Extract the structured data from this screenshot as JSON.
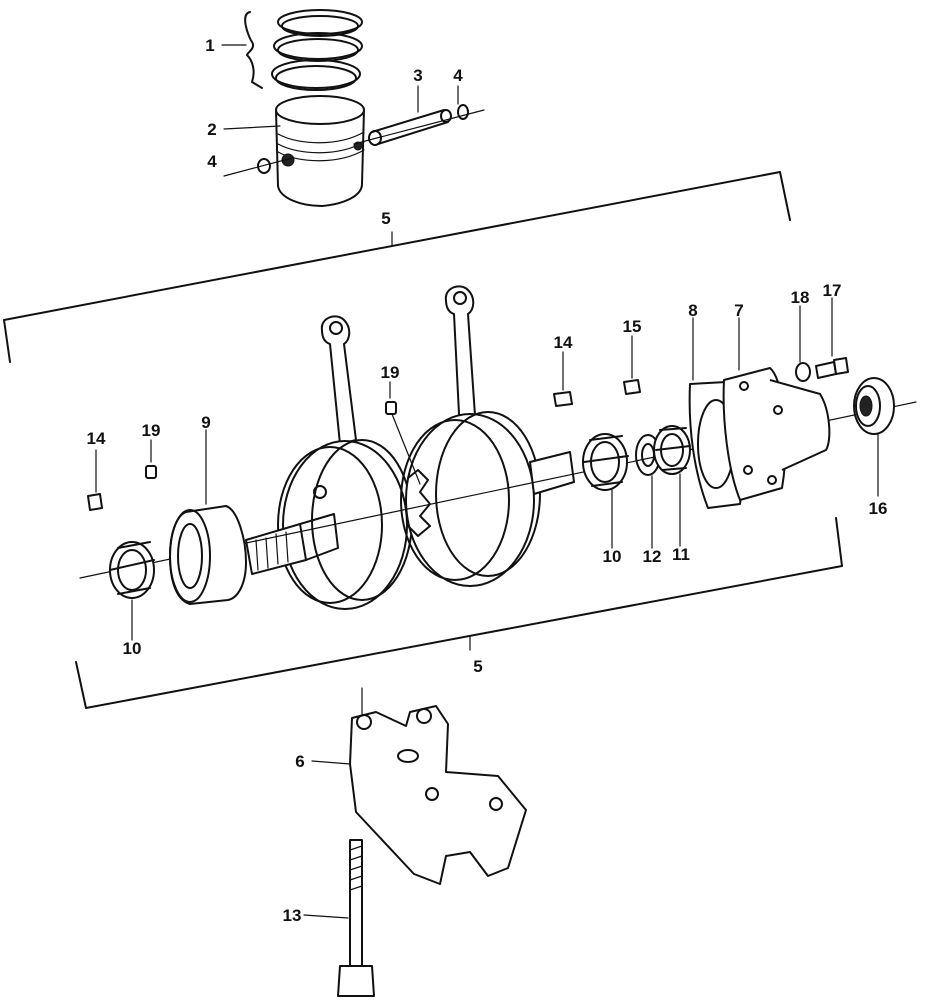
{
  "labels": {
    "piston_rings": "1",
    "piston": "2",
    "piston_pin": "3",
    "clip_right": "4",
    "clip_left": "4",
    "crankshaft_assy_top": "5",
    "crankshaft_assy_bottom": "5",
    "bearing_holder": "6",
    "right_holder": "7",
    "gasket": "8",
    "spacer_collar": "9",
    "needle_bearing_left": "10",
    "needle_bearing_right": "10",
    "needle_bearing_small": "11",
    "washer": "12",
    "stud_bolt": "13",
    "dowel_pin_left": "14",
    "dowel_pin_right": "14",
    "dowel_pin_15": "15",
    "ball_bearing": "16",
    "bolt": "17",
    "washer_18": "18",
    "knock_pin_left": "19",
    "knock_pin_center": "19"
  }
}
